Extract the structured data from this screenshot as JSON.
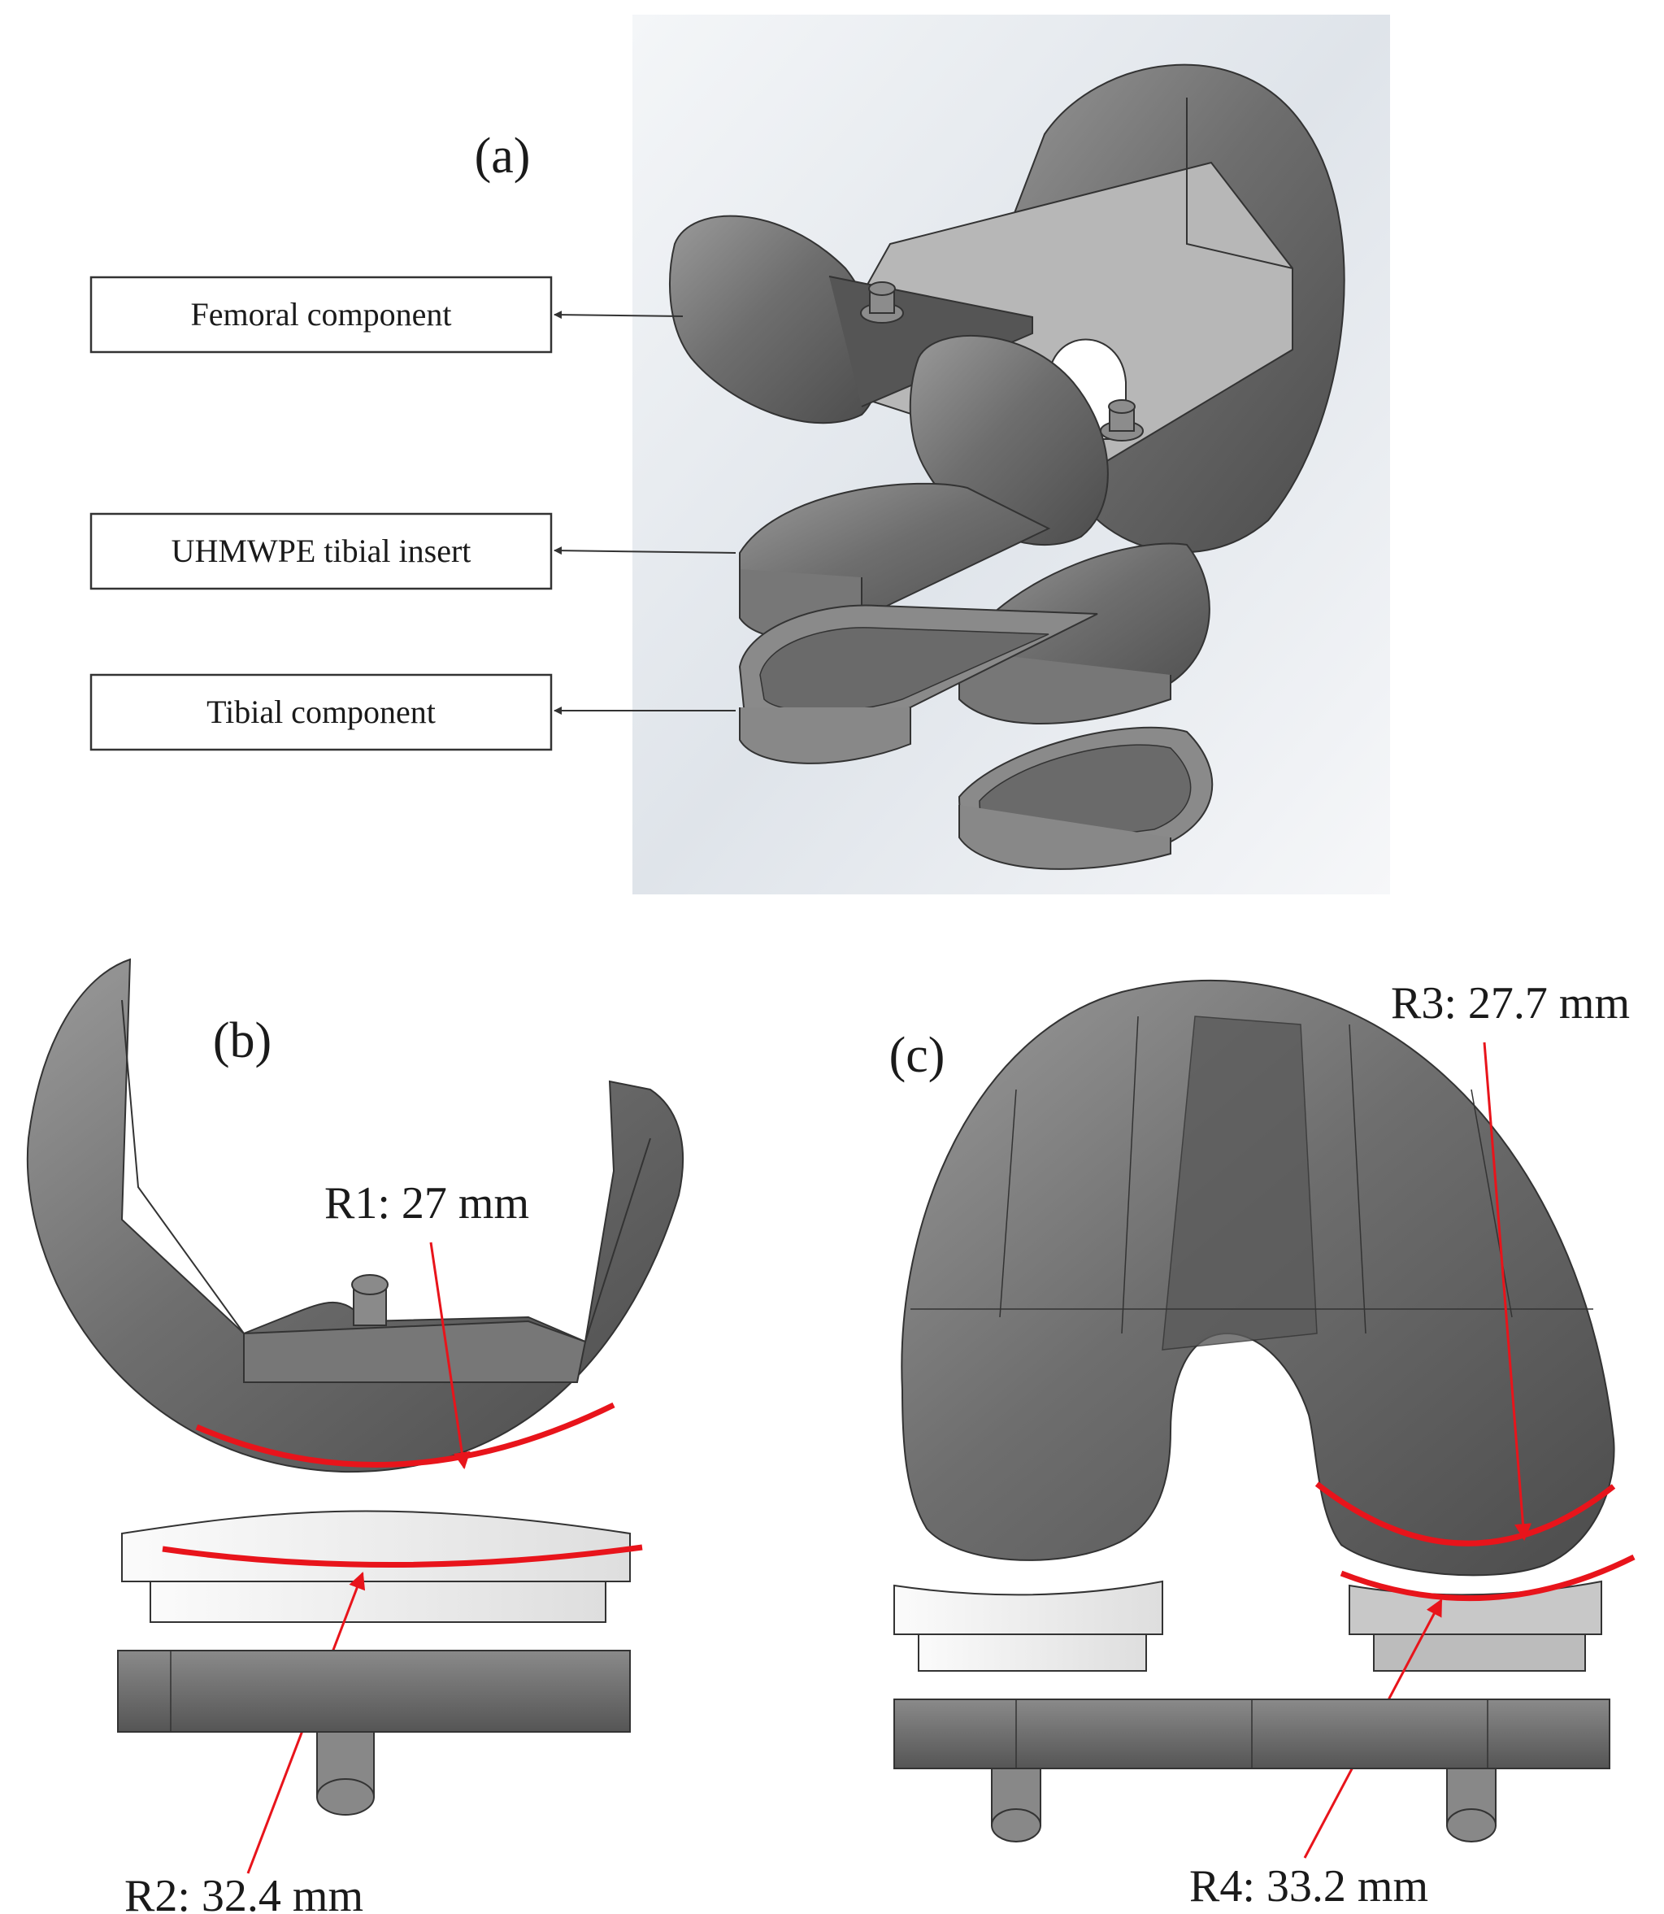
{
  "panels": {
    "a": {
      "tag": "(a)"
    },
    "b": {
      "tag": "(b)"
    },
    "c": {
      "tag": "(c)"
    }
  },
  "callouts": {
    "femoral": "Femoral component",
    "insert": "UHMWPE tibial insert",
    "tibial": "Tibial component"
  },
  "measurements": {
    "r1": "R1: 27 mm",
    "r2": "R2: 32.4 mm",
    "r3": "R3: 27.7 mm",
    "r4": "R4: 33.2 mm"
  },
  "colors": {
    "metal": "#6f6f6f",
    "metal_light": "#9a9a9a",
    "metal_dark": "#4a4a4a",
    "polyethylene": "#ececec",
    "radius_marker": "#e8141b",
    "render_bg": "#e9edf1"
  }
}
